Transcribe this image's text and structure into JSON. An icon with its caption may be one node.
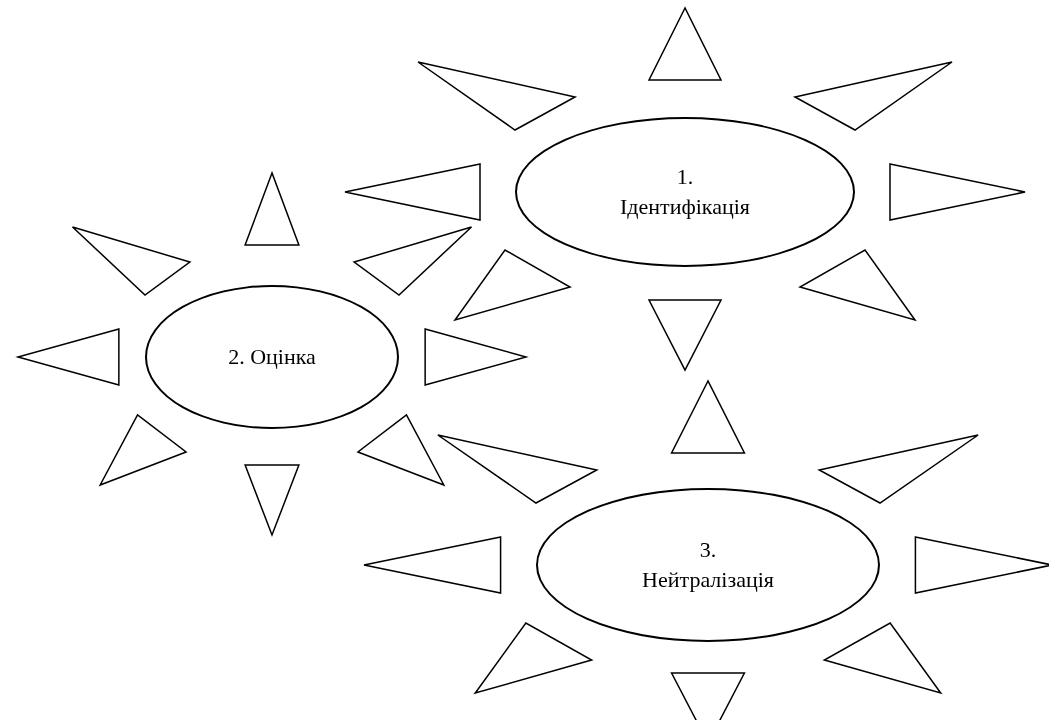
{
  "diagram": {
    "nodes": [
      {
        "text": [
          "1. Ідентифікація"
        ]
      },
      {
        "text": [
          "2. Оцінка"
        ]
      },
      {
        "text": [
          "3. Нейтралізація"
        ]
      }
    ]
  }
}
